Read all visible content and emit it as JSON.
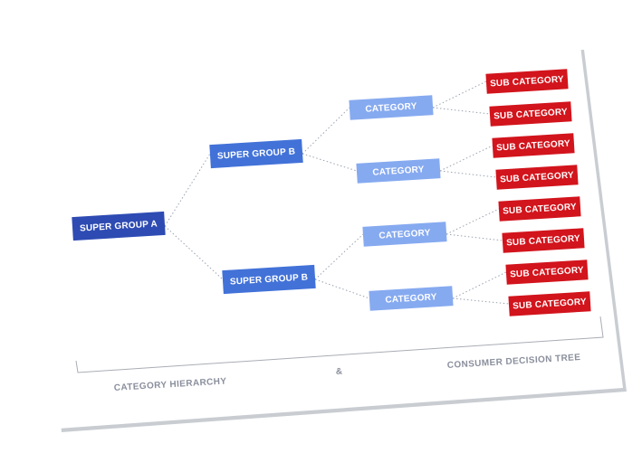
{
  "colors": {
    "root": "#2e4bb3",
    "group": "#4272d8",
    "category": "#86aaf0",
    "sub": "#d2141c",
    "paper_shadow": "#c9cdd2",
    "footer_text": "#8a8f9c"
  },
  "diagram": {
    "root": "SUPER GROUP A",
    "groups": [
      {
        "label": "SUPER GROUP B",
        "categories": [
          {
            "label": "CATEGORY",
            "subs": [
              "SUB CATEGORY",
              "SUB CATEGORY"
            ]
          },
          {
            "label": "CATEGORY",
            "subs": [
              "SUB CATEGORY",
              "SUB CATEGORY"
            ]
          }
        ]
      },
      {
        "label": "SUPER GROUP B",
        "categories": [
          {
            "label": "CATEGORY",
            "subs": [
              "SUB CATEGORY",
              "SUB CATEGORY"
            ]
          },
          {
            "label": "CATEGORY",
            "subs": [
              "SUB CATEGORY",
              "SUB CATEGORY"
            ]
          }
        ]
      }
    ]
  },
  "footer": {
    "left": "CATEGORY HIERARCHY",
    "middle": "&",
    "right": "CONSUMER DECISION TREE"
  }
}
